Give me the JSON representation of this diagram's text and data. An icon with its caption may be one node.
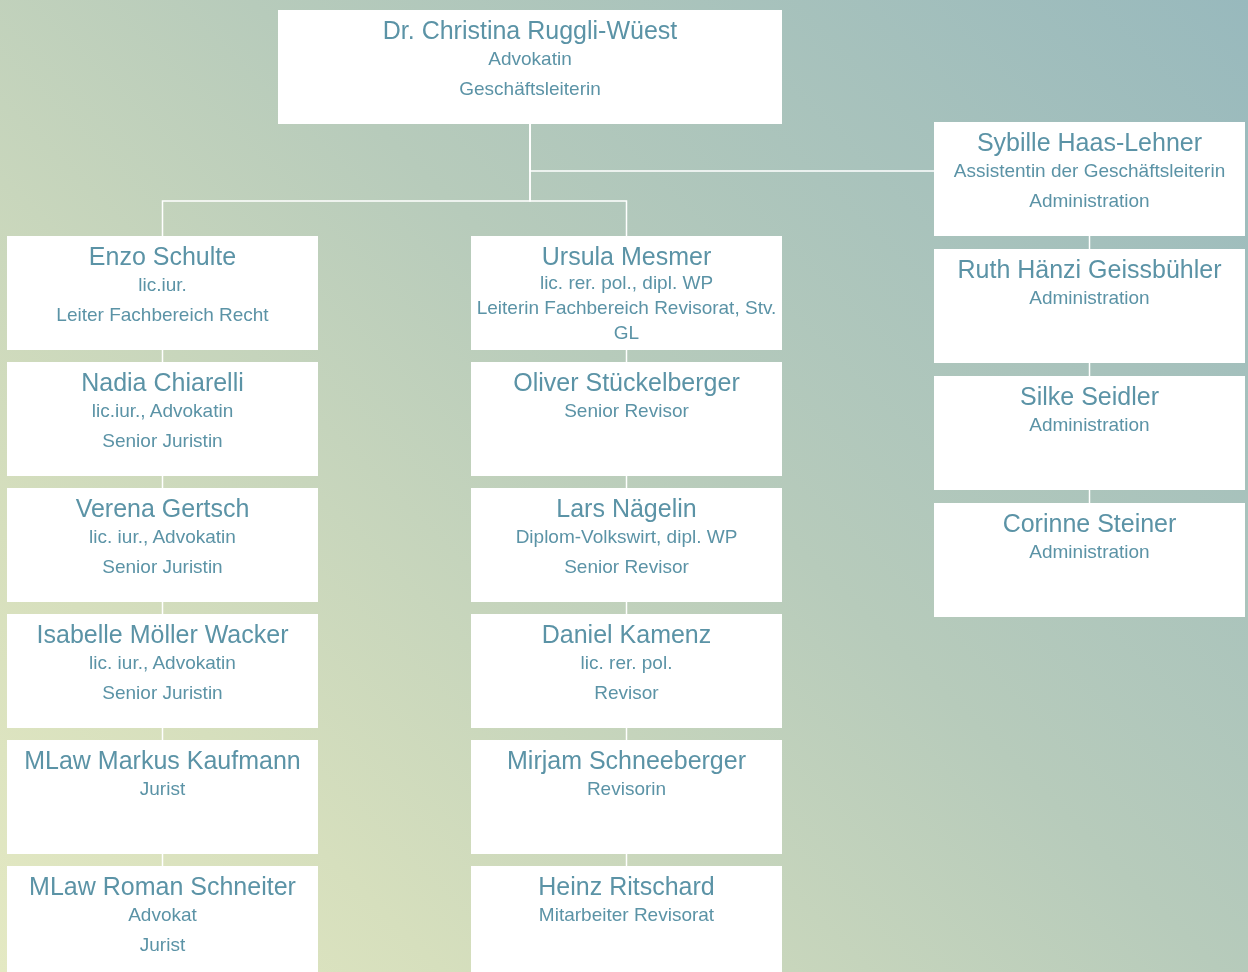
{
  "diagram": {
    "nodes": [
      {
        "text": [
          "Dr. Christina Ruggli-Wüest",
          "Advokatin",
          "Geschäftsleiterin"
        ]
      },
      {
        "text": [
          "Sybille Haas-Lehner",
          "Assistentin der Geschäftsleiterin",
          "Administration"
        ]
      },
      {
        "text": [
          "Enzo Schulte",
          "lic.iur.",
          "Leiter Fachbereich Recht"
        ]
      },
      {
        "text": [
          "Ursula Mesmer",
          "lic. rer. pol., dipl. WP",
          "Leiterin Fachbereich Revisorat, Stv. GL"
        ]
      },
      {
        "text": [
          "Ruth Hänzi Geissbühler",
          "Administration"
        ]
      },
      {
        "text": [
          "Nadia Chiarelli",
          "lic.iur., Advokatin",
          "Senior Juristin"
        ]
      },
      {
        "text": [
          "Oliver Stückelberger",
          "Senior Revisor"
        ]
      },
      {
        "text": [
          "Silke Seidler",
          "Administration"
        ]
      },
      {
        "text": [
          "Verena Gertsch",
          "lic. iur., Advokatin",
          "Senior Juristin"
        ]
      },
      {
        "text": [
          "Lars Nägelin",
          "Diplom-Volkswirt, dipl. WP",
          "Senior Revisor"
        ]
      },
      {
        "text": [
          "Corinne Steiner",
          "Administration"
        ]
      },
      {
        "text": [
          "Isabelle Möller Wacker",
          "lic. iur., Advokatin",
          "Senior Juristin"
        ]
      },
      {
        "text": [
          "Daniel Kamenz",
          "lic. rer. pol.",
          "Revisor"
        ]
      },
      {
        "text": [
          "MLaw Markus Kaufmann",
          "Jurist"
        ]
      },
      {
        "text": [
          "Mirjam Schneeberger",
          "Revisorin"
        ]
      },
      {
        "text": [
          "MLaw Roman Schneiter",
          "Advokat",
          "Jurist"
        ]
      },
      {
        "text": [
          "Heinz Ritschard",
          "Mitarbeiter Revisorat"
        ]
      }
    ],
    "edges": [
      {
        "from": 0,
        "to": 1,
        "arrow": "none"
      },
      {
        "from": 0,
        "to": 2,
        "arrow": "none"
      },
      {
        "from": 0,
        "to": 3,
        "arrow": "none"
      },
      {
        "from": 1,
        "to": 4,
        "arrow": "none"
      },
      {
        "from": 4,
        "to": 7,
        "arrow": "none"
      },
      {
        "from": 7,
        "to": 10,
        "arrow": "none"
      },
      {
        "from": 2,
        "to": 5,
        "arrow": "none"
      },
      {
        "from": 5,
        "to": 8,
        "arrow": "none"
      },
      {
        "from": 8,
        "to": 11,
        "arrow": "none"
      },
      {
        "from": 11,
        "to": 13,
        "arrow": "none"
      },
      {
        "from": 13,
        "to": 15,
        "arrow": "none"
      },
      {
        "from": 3,
        "to": 6,
        "arrow": "none"
      },
      {
        "from": 6,
        "to": 9,
        "arrow": "none"
      },
      {
        "from": 9,
        "to": 12,
        "arrow": "none"
      },
      {
        "from": 12,
        "to": 14,
        "arrow": "none"
      },
      {
        "from": 14,
        "to": 16,
        "arrow": "none"
      }
    ]
  }
}
